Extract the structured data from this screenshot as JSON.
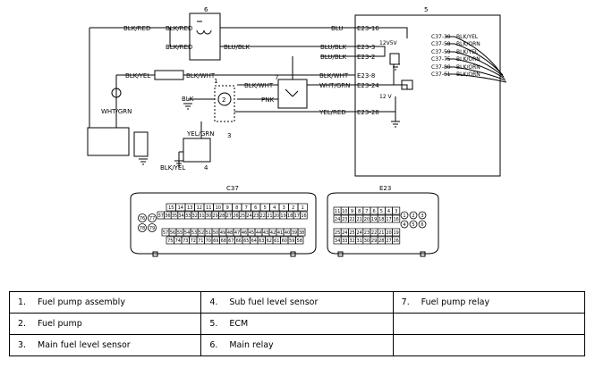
{
  "diagram": {
    "wires": {
      "blk_red_top": "BLK/RED",
      "blk_red_1": "BLK/RED",
      "blk_red_2": "BLK/RED",
      "blu": "BLU",
      "blu_blk_1": "BLU/BLK",
      "blu_blk_2": "BLU/BLK",
      "blk_yel_1": "BLK/YEL",
      "blk_wht_1": "BLK/WHT",
      "blk_wht_2": "BLK/WHT",
      "blk_wht_3": "BLK/WHT",
      "wht_grn_1": "WHT/GRN",
      "wht_grn_2": "WHT/GRN",
      "blk_1": "BLK",
      "pnk": "PNK",
      "yel_red": "YEL/RED",
      "yel_grn": "YEL/GRN",
      "blk_yel_2": "BLK/YEL"
    },
    "terminals": {
      "e23_16": "E23-16",
      "e23_3": "E23-3",
      "e23_2": "E23-2",
      "e23_8": "E23-8",
      "e23_24": "E23-24",
      "e23_28": "E23-28"
    },
    "voltages": {
      "v12_5": "12V5V",
      "v12": "12 V"
    },
    "ecm_pins": {
      "c37_30": "C37-30",
      "c37_58": "C37-58",
      "c37_59": "C37-59",
      "c37_75": "C37-75",
      "c37_80": "C37-80",
      "c37_61": "C37-61"
    },
    "ecm_wires": [
      "BLK/YEL",
      "BLK/ORN",
      "BLK/YEL",
      "BLK/ORN",
      "BLK/ORN",
      "BLK/ORN"
    ],
    "callouts": {
      "c1": "1",
      "c2": "2",
      "c3": "3",
      "c4": "4",
      "c5": "5",
      "c6": "6",
      "c7": "7"
    },
    "connectors": {
      "c37": {
        "title": "C37",
        "left_pins": [
          "76",
          "77",
          "78",
          "79"
        ],
        "row1": [
          "15",
          "14",
          "13",
          "12",
          "11",
          "10",
          "9",
          "8",
          "7",
          "6",
          "5",
          "4",
          "3",
          "2",
          "1"
        ],
        "row2": [
          "37",
          "36",
          "35",
          "34",
          "33",
          "32",
          "31",
          "30",
          "29",
          "28",
          "27",
          "26",
          "25",
          "24",
          "23",
          "22",
          "21",
          "20",
          "19",
          "18",
          "17",
          "16"
        ],
        "row3": [
          "57",
          "56",
          "55",
          "54",
          "53",
          "52",
          "51",
          "50",
          "49",
          "48",
          "47",
          "46",
          "45",
          "44",
          "43",
          "42",
          "41",
          "40",
          "39",
          "38"
        ],
        "row4": [
          "75",
          "74",
          "73",
          "72",
          "71",
          "70",
          "69",
          "68",
          "67",
          "66",
          "65",
          "64",
          "63",
          "62",
          "61",
          "60",
          "59",
          "58"
        ]
      },
      "e23": {
        "title": "E23",
        "right_pins": [
          "1",
          "2",
          "3",
          "4",
          "5",
          "6"
        ],
        "row1": [
          "11",
          "10",
          "9",
          "8",
          "7",
          "6",
          "5",
          "4",
          "3"
        ],
        "row2": [
          "24",
          "23",
          "22",
          "21",
          "20",
          "19",
          "18",
          "17",
          "16"
        ],
        "row3": [
          "25",
          "24",
          "25",
          "24",
          "23",
          "22",
          "21",
          "20",
          "19"
        ],
        "row4": [
          "34",
          "33",
          "32",
          "31",
          "30",
          "29",
          "28",
          "27",
          "26"
        ]
      }
    }
  },
  "legend": {
    "rows": [
      [
        {
          "num": "1.",
          "label": "Fuel pump assembly"
        },
        {
          "num": "4.",
          "label": "Sub fuel level sensor"
        },
        {
          "num": "7.",
          "label": "Fuel pump relay"
        }
      ],
      [
        {
          "num": "2.",
          "label": "Fuel pump"
        },
        {
          "num": "5.",
          "label": "ECM"
        },
        {
          "num": "",
          "label": ""
        }
      ],
      [
        {
          "num": "3.",
          "label": "Main fuel level sensor"
        },
        {
          "num": "6.",
          "label": "Main relay"
        },
        {
          "num": "",
          "label": ""
        }
      ]
    ]
  }
}
